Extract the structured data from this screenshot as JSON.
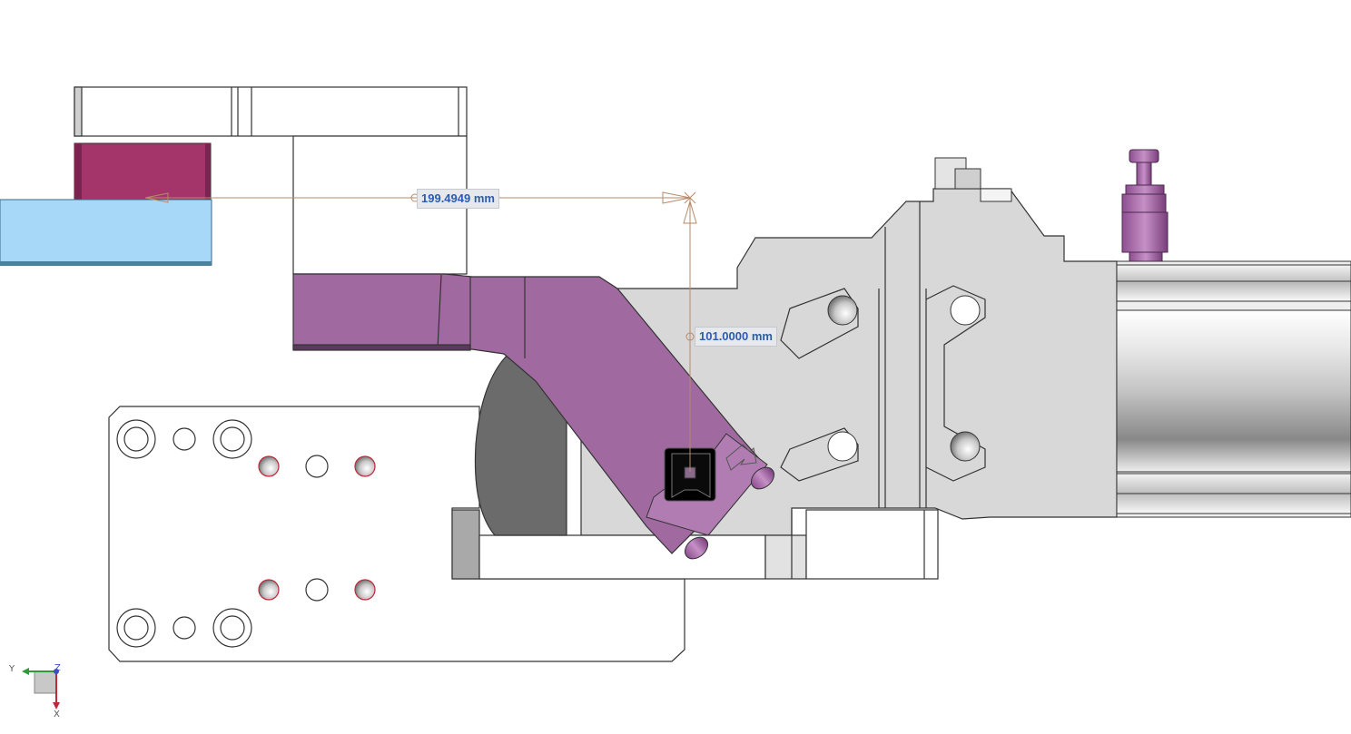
{
  "view": {
    "background": "#ffffff"
  },
  "dimensions": {
    "horizontal": {
      "value": "199.4949 mm"
    },
    "vertical": {
      "value": "101.0000 mm"
    }
  },
  "triad": {
    "axis_y": "Y",
    "axis_z": "Z",
    "axis_x": "X"
  },
  "colors": {
    "part_outline": "#333333",
    "steel_gray": "#d8d8d8",
    "dark_gray": "#6b6b6b",
    "purple_arm": "#a06aa0",
    "crimson_block": "#a3356a",
    "light_blue_bar": "#a8d8f8",
    "dimension_line": "#b98a6a",
    "dimension_text": "#2a5db0",
    "triad_y": "#2f9a3a",
    "triad_x": "#c0283a",
    "triad_z": "#3a4fc0"
  },
  "icons": [
    "cylinder-rod-icon",
    "triad-icon",
    "dimension-arrow-icon"
  ]
}
